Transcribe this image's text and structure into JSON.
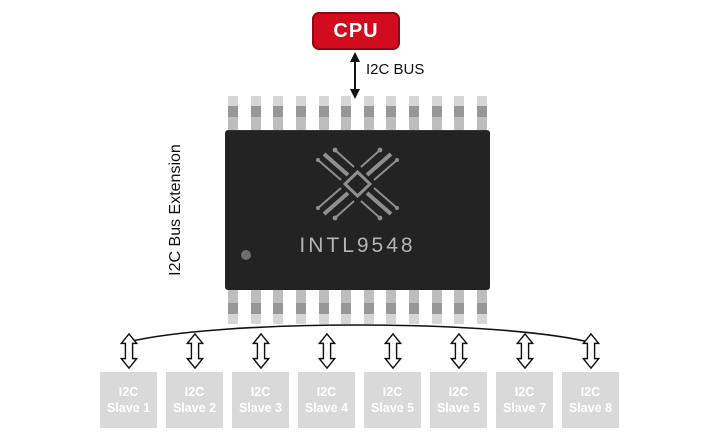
{
  "cpu": {
    "label": "CPU"
  },
  "labels": {
    "bus": "I2C BUS",
    "extension": "I2C Bus Extension"
  },
  "chip": {
    "label": "INTL9548"
  },
  "slaves": [
    {
      "line1": "I2C",
      "line2": "Slave 1"
    },
    {
      "line1": "I2C",
      "line2": "Slave 2"
    },
    {
      "line1": "I2C",
      "line2": "Slave 3"
    },
    {
      "line1": "I2C",
      "line2": "Slave 4"
    },
    {
      "line1": "I2C",
      "line2": "Slave 5"
    },
    {
      "line1": "I2C",
      "line2": "Slave 5"
    },
    {
      "line1": "I2C",
      "line2": "Slave 7"
    },
    {
      "line1": "I2C",
      "line2": "Slave 8"
    }
  ],
  "colors": {
    "cpu_red": "#d20b1e",
    "chip_black": "#232323",
    "slave_gray": "#d9d9d9"
  }
}
